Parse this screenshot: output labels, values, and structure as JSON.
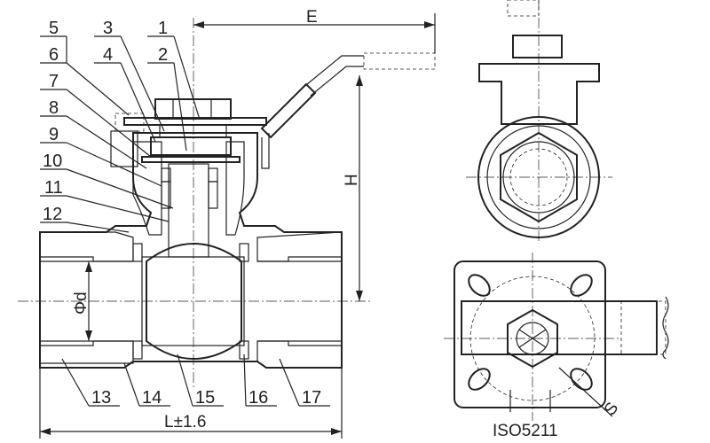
{
  "part_labels": [
    "1",
    "2",
    "3",
    "4",
    "5",
    "6",
    "7",
    "8",
    "9",
    "10",
    "11",
    "12",
    "13",
    "14",
    "15",
    "16",
    "17"
  ],
  "dimensions": {
    "E": "E",
    "H": "H",
    "L": "L±1.6",
    "d": "Φd",
    "S": "S",
    "flange_standard": "ISO5211"
  },
  "colors": {
    "line": "#222222",
    "background": "#ffffff"
  }
}
